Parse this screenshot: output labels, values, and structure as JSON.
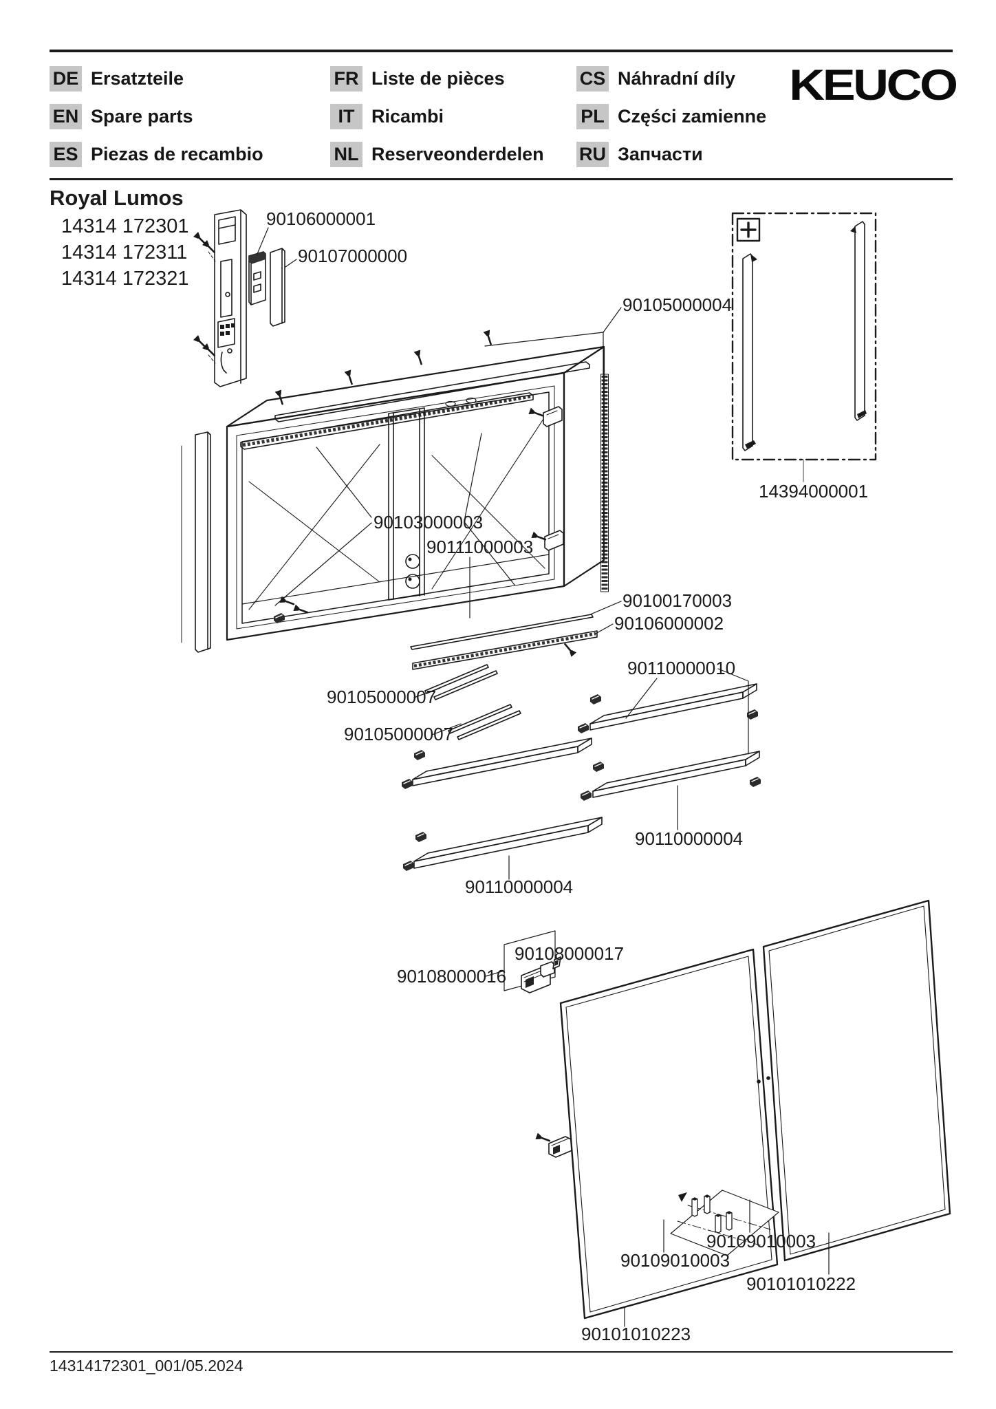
{
  "header": {
    "languages": [
      {
        "code": "DE",
        "label": "Ersatzteile"
      },
      {
        "code": "EN",
        "label": "Spare parts"
      },
      {
        "code": "ES",
        "label": "Piezas de recambio"
      },
      {
        "code": "FR",
        "label": "Liste de pièces"
      },
      {
        "code": "IT",
        "label": "Ricambi"
      },
      {
        "code": "NL",
        "label": "Reserveonderdelen"
      },
      {
        "code": "CS",
        "label": "Náhradní díly"
      },
      {
        "code": "PL",
        "label": "Części zamienne"
      },
      {
        "code": "RU",
        "label": "Запчасти"
      }
    ],
    "logo": "KEUCO"
  },
  "product": {
    "name": "Royal Lumos",
    "models": [
      "14314 172301",
      "14314 172311",
      "14314 172321"
    ]
  },
  "diagram": {
    "plus_symbol": "+",
    "labels": [
      "90106000001",
      "90107000000",
      "90105000004",
      "14394000001",
      "90103000003",
      "90111000003",
      "90100170003",
      "90106000002",
      "90110000010",
      "90105000007",
      "90105000007",
      "90110000004",
      "90110000004",
      "90108000017",
      "90108000016",
      "90109010003",
      "90109010003",
      "90101010222",
      "90101010223"
    ]
  },
  "footer": {
    "doc_id": "14314172301_001/05.2024"
  },
  "colors": {
    "ink": "#1a1a1a",
    "badge_bg": "#c6c6c6",
    "paper": "#ffffff"
  }
}
